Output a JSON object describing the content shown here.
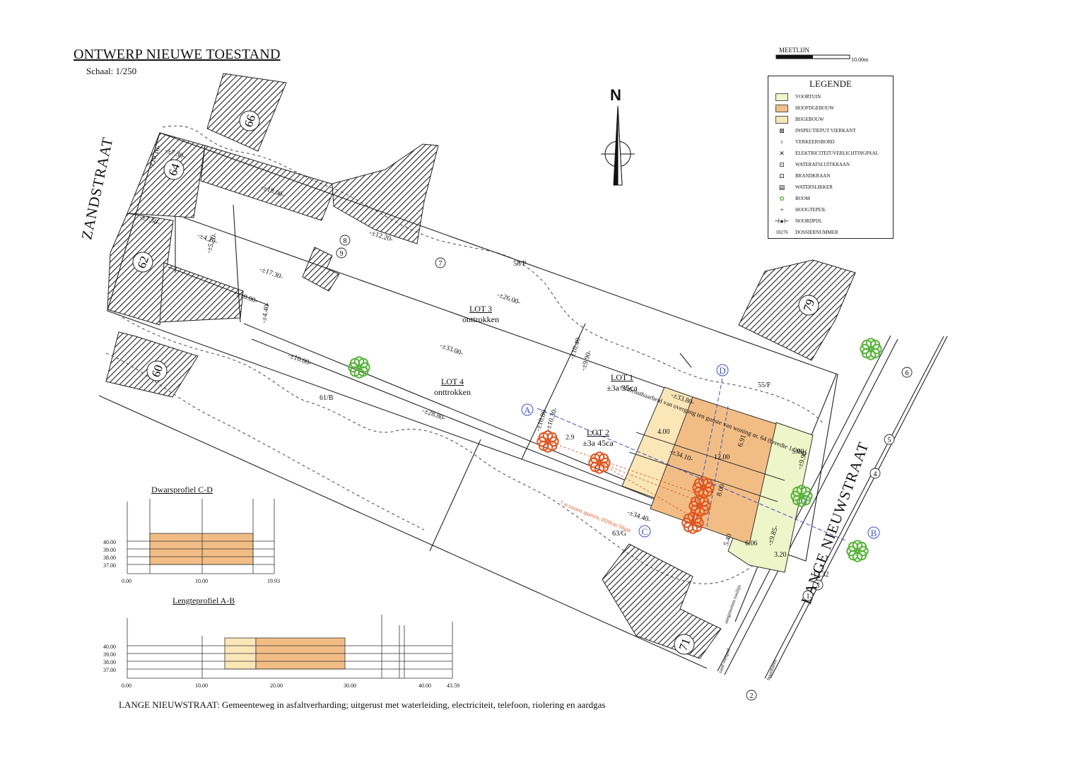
{
  "title": "ONTWERP NIEUWE TOESTAND",
  "scale": "Schaal: 1/250",
  "scalebar": {
    "label": "MEETLIJN",
    "max": "10.00m"
  },
  "legend": {
    "title": "LEGENDE",
    "items": [
      {
        "label": "VOORTUIN",
        "icon": "swatch",
        "color": "#eef5c8"
      },
      {
        "label": "HOOFDGEBOUW",
        "icon": "swatch",
        "color": "#f2bd85"
      },
      {
        "label": "BIJGEBOUW",
        "icon": "swatch",
        "color": "#fbe6b8"
      },
      {
        "label": "INSPECTIEPUT VIERKANT",
        "icon": "inspectieput-icon"
      },
      {
        "label": "VERKEERSBORD",
        "icon": "verkeersbord-icon"
      },
      {
        "label": "ELEKTRICITEIT/VERLICHTINGPAAL",
        "icon": "paal-icon"
      },
      {
        "label": "WATERAFSLUITKRAAN",
        "icon": "kraan-icon"
      },
      {
        "label": "BRANDKRAAN",
        "icon": "brandkraan-icon"
      },
      {
        "label": "WATERSLIKKER",
        "icon": "waterslikker-icon"
      },
      {
        "label": "BOOM",
        "icon": "boom-icon"
      },
      {
        "label": "HOOGTEPEIL",
        "icon": "hoogtepeil-icon"
      },
      {
        "label": "NOORDPIJL",
        "icon": "noordpijl-icon"
      },
      {
        "label": "DOSSIERNUMMER",
        "icon": "text",
        "code": "10276"
      }
    ]
  },
  "north": "N",
  "streets": {
    "west": "ZANDSTRAAT",
    "east": "LANGE NIEUWSTRAAT"
  },
  "houses": [
    "66",
    "64",
    "62",
    "60",
    "79",
    "71"
  ],
  "lots": [
    {
      "name": "LOT 3",
      "note": "onttrokken"
    },
    {
      "name": "LOT 4",
      "note": "onttrokken"
    },
    {
      "name": "LOT 1",
      "note": "±3a 35ca"
    },
    {
      "name": "LOT 2",
      "note": "±3a 45ca"
    }
  ],
  "parcels": [
    "58/P",
    "61/B",
    "55/F",
    "63/G"
  ],
  "dimensions": [
    "-±7.30-",
    "-±10.10-",
    "-±18.00-",
    "-±7.50-",
    "-±12.20-",
    "-±4.20-",
    "-±5.70-",
    "-±17.30-",
    "-±10.00-",
    "-±4.40-",
    "-±26.00-",
    "-±33.00-",
    "-±10.00-",
    "-±28.80-",
    "-±10.40-",
    "-±9.90-",
    "-±33.80-",
    "-±10.80-",
    "-±10.30-",
    "-±34.10-",
    "-±34.40-",
    "-±9.90-",
    "-±9.85-",
    "4.00",
    "12.00",
    "6.91",
    "8.00",
    "5.40",
    "5.00",
    "6.06",
    "13.32",
    "2.9",
    "3.20"
  ],
  "easement": "erfdienstbaarheid van overgang ten gunste van woning nr. 64 (breedte 1.00m)",
  "trees_note": "7 st rooien sparren, Ø20cm-50cm",
  "sections": [
    "A",
    "B",
    "C",
    "D"
  ],
  "markers": [
    "1",
    "2",
    "3",
    "4",
    "5",
    "6",
    "7",
    "8",
    "9"
  ],
  "sidewalk_labels": [
    "aangenomen rooilijn",
    "rand voetpad",
    "boordsteen"
  ],
  "profile_cd": {
    "title": "Dwarsprofiel C-D",
    "levels": [
      "40.00",
      "39.00",
      "38.00",
      "37.00"
    ],
    "x_ticks": [
      "0.00",
      "10.00",
      "19.93"
    ]
  },
  "profile_ab": {
    "title": "Lengteprofiel A-B",
    "levels": [
      "40.00",
      "39.00",
      "38.00",
      "37.00"
    ],
    "x_ticks": [
      "0.00",
      "10.00",
      "20.00",
      "30.00",
      "40.00",
      "43.59"
    ]
  },
  "bottom_note": "LANGE NIEUWSTRAAT: Gemeenteweg in asfaltverharding; uitgerust met waterleiding, electriciteit, telefoon, riolering en aardgas",
  "colors": {
    "voortuin": "#eef5c8",
    "hoofdgebouw": "#f2bd85",
    "bijgebouw": "#fbe6b8",
    "annotation": "#d23a2a",
    "section": "#3b50c8",
    "tree": "#58b33a",
    "removed_tree": "#e0541e"
  }
}
